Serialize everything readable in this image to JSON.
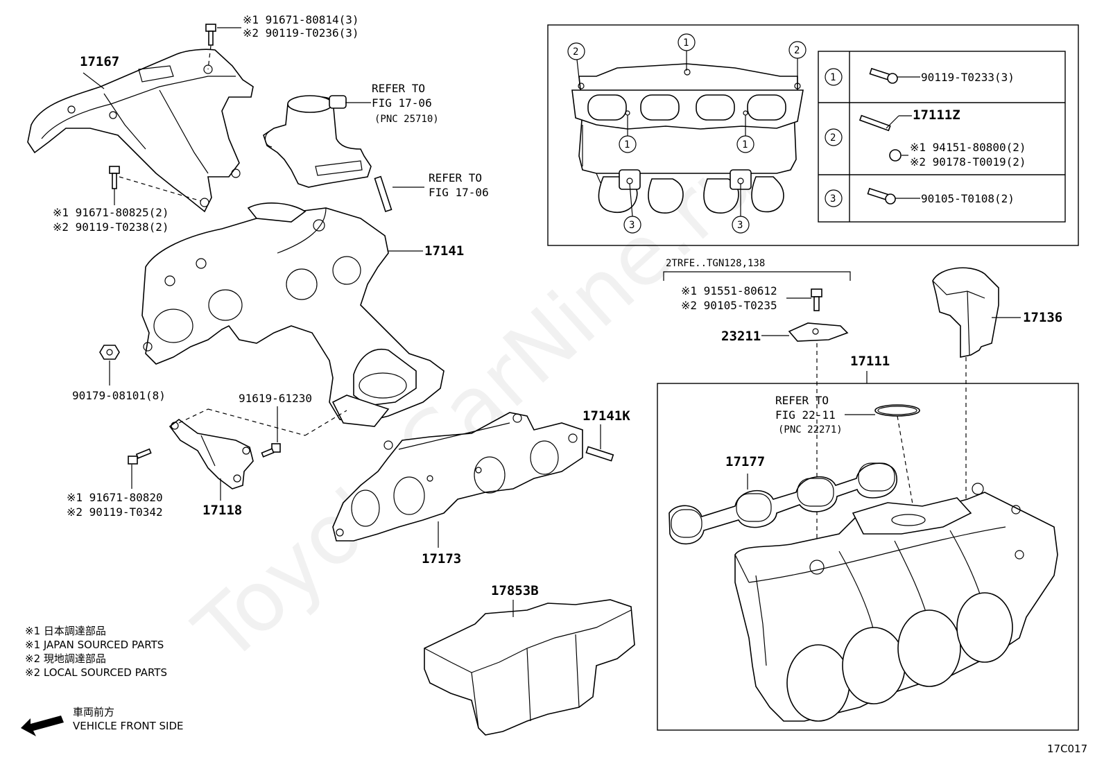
{
  "watermark": "ToyotaCarNine.ru",
  "diagram_code": "17C017",
  "parts": {
    "heat_insulator": "17167",
    "exhaust_manifold": "17141",
    "bracket": "17118",
    "gasket_exhaust": "17173",
    "stud": "17141K",
    "insulator_lower": "17853B",
    "intake_manifold": "17111",
    "cover": "17136",
    "gasket_intake": "17177",
    "gasket_small": "23211",
    "intake_stud": "17111Z"
  },
  "fasteners": {
    "heat_insulator_bolt_top": [
      "※1 91671-80814(3)",
      "※2 90119-T0236(3)"
    ],
    "heat_insulator_bolt_side": [
      "※1 91671-80825(2)",
      "※2 90119-T0238(2)"
    ],
    "manifold_nut": "90179-08101(8)",
    "bracket_bolt_a": "91619-61230",
    "bracket_bolt_b": [
      "※1 91671-80820",
      "※2 90119-T0342"
    ],
    "gasket_bolt": [
      "※1 91551-80612",
      "※2 90105-T0235"
    ]
  },
  "refs": {
    "air_valve": [
      "REFER TO",
      "FIG 17-06",
      "(PNC 25710)"
    ],
    "stud_ref": [
      "REFER TO",
      "FIG 17-06"
    ],
    "intake_ref": [
      "REFER TO",
      "FIG 22-11",
      "(PNC 22271)"
    ]
  },
  "variant_label": "2TRFE..TGN128,138",
  "legend_table": {
    "rows": [
      {
        "marker": "1",
        "parts": [
          "90119-T0233(3)"
        ]
      },
      {
        "marker": "2",
        "parts": [
          "17111Z",
          "※1 94151-80800(2)",
          "※2 90178-T0019(2)"
        ]
      },
      {
        "marker": "3",
        "parts": [
          "90105-T0108(2)"
        ]
      }
    ]
  },
  "detail_markers": {
    "top": [
      "2",
      "1",
      "2"
    ],
    "middle": [
      "1",
      "1"
    ],
    "bottom": [
      "3",
      "3"
    ]
  },
  "notes": [
    "※1  日本調達部品",
    "※1  JAPAN SOURCED PARTS",
    "※2  現地調達部品",
    "※2  LOCAL SOURCED PARTS"
  ],
  "direction": [
    "車両前方",
    "VEHICLE FRONT SIDE"
  ]
}
